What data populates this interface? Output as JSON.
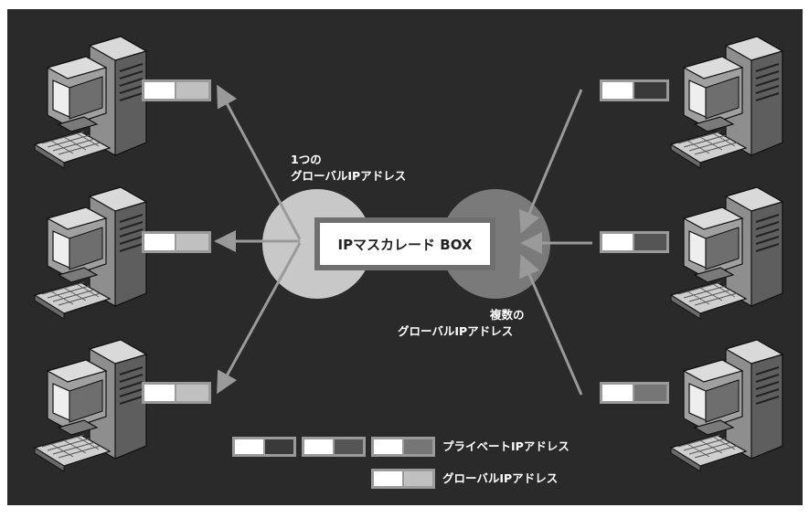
{
  "center_box": {
    "label": "IPマスカレード BOX"
  },
  "left_cloud": {
    "label_line1": "1つの",
    "label_line2": "グローバルIPアドレス"
  },
  "right_cloud": {
    "label_line1": "複数の",
    "label_line2": "グローバルIPアドレス"
  },
  "legend": {
    "private_label": "プライベートIPアドレス",
    "global_label": "グローバルIPアドレス"
  },
  "colors": {
    "background": "#2a2a2a",
    "left_cloud": "#c8c8c8",
    "right_cloud": "#7a7a7a",
    "arrow": "#9a9a9a",
    "packet_global_right": "#c0c0c0",
    "packet_private_dark": "#3a3a3a",
    "packet_private_mid": "#555555",
    "packet_private_light": "#767676"
  },
  "icons": [
    "desktop-computer-icon"
  ]
}
